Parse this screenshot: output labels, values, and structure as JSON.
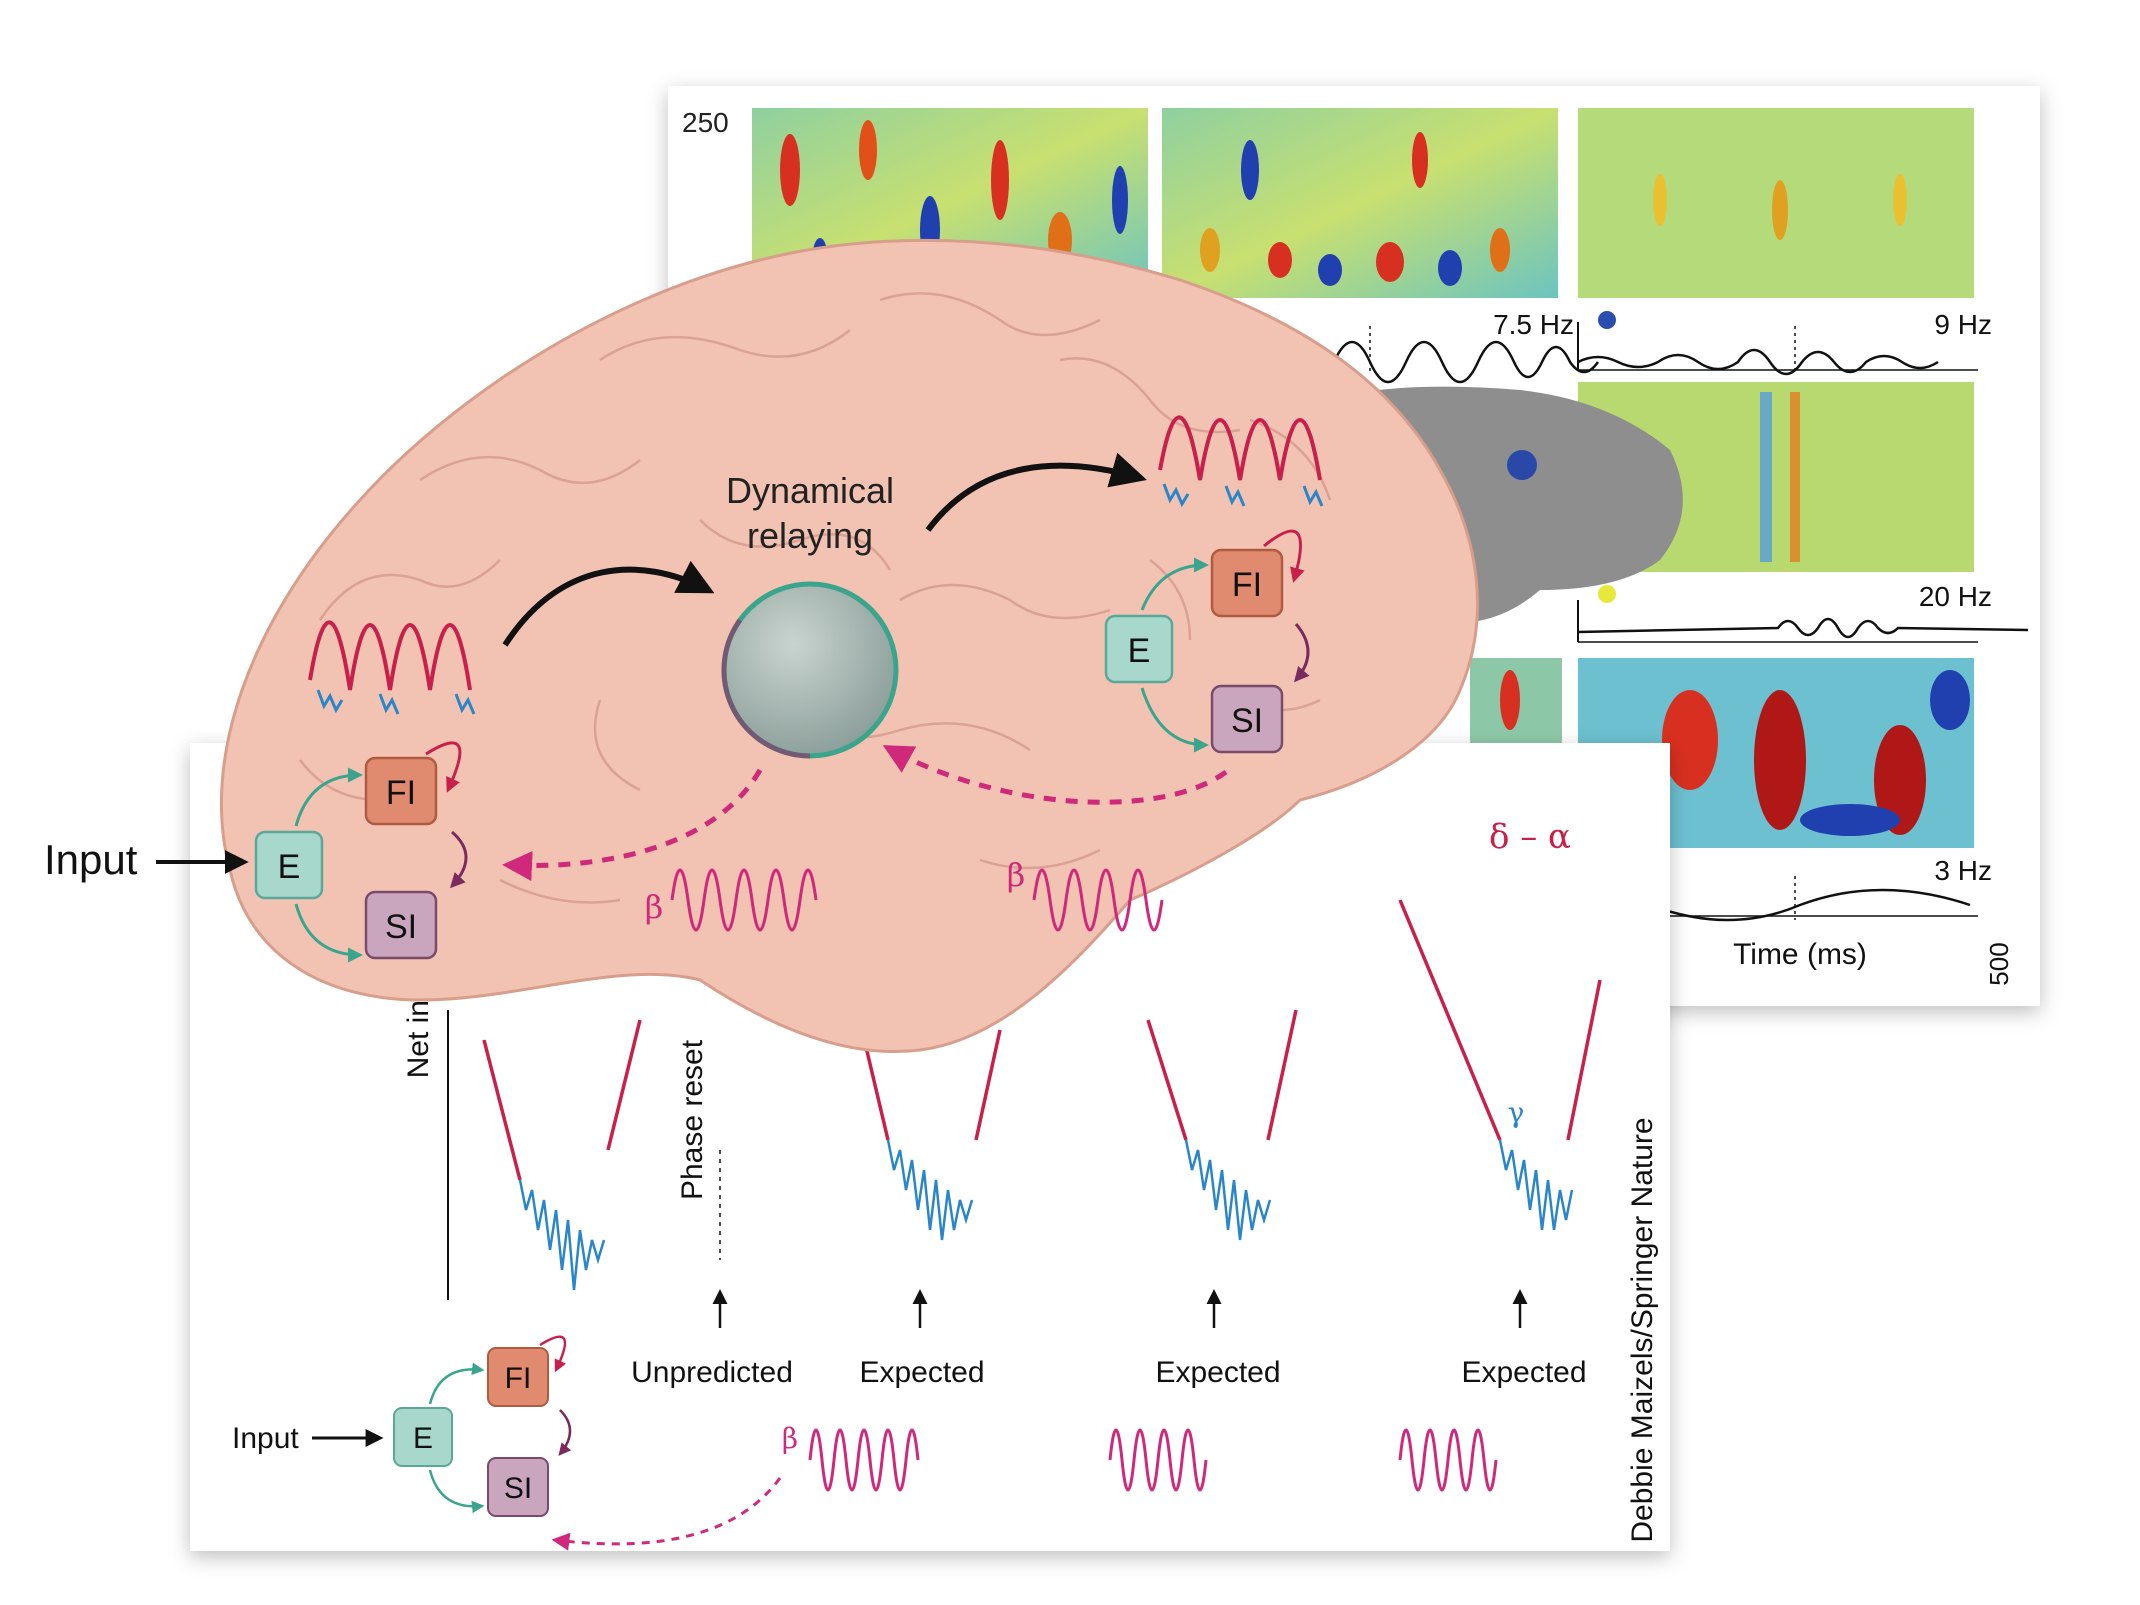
{
  "spectrogram_panel": {
    "y_tick_top": "250",
    "freq_labels": [
      "7.5 Hz",
      "9 Hz",
      "20 Hz",
      "3 Hz"
    ],
    "x_axis_label": "Time (ms)",
    "x_tick_end": "500",
    "dot_colors": [
      "#2b4db0",
      "#e8e83a"
    ]
  },
  "brain": {
    "relay_label_line1": "Dynamical",
    "relay_label_line2": "relaying",
    "nodes": {
      "e": "E",
      "fi": "FI",
      "si": "SI"
    },
    "beta": "β",
    "input_label": "Input"
  },
  "timeline_panel": {
    "y_label_net": "Net inhibitio",
    "phase_reset": "Phase reset",
    "band_delta_alpha": "δ – α",
    "gamma": "γ",
    "events": [
      "Unpredicted",
      "Expected",
      "Expected",
      "Expected"
    ],
    "input_label": "Input",
    "nodes": {
      "e": "E",
      "fi": "FI",
      "si": "SI"
    },
    "beta": "β",
    "credit": "Debbie Maizels/Springer Nature"
  },
  "colors": {
    "red_wave": "#c8204a",
    "blue_wave": "#2a86c8",
    "magenta": "#d0287a",
    "e_node": "#a8d8cc",
    "fi_node": "#e08a70",
    "si_node": "#c9a6bd",
    "brain": "#f2c3b3"
  }
}
